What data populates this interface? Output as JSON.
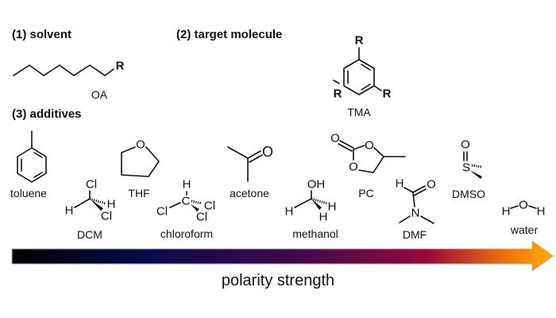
{
  "headings": {
    "solvent": "(1) solvent",
    "target": "(2) target molecule",
    "additives": "(3) additives"
  },
  "molecules": {
    "oa": {
      "name": "OA",
      "r": "R"
    },
    "tma": {
      "name": "TMA",
      "r": "R"
    },
    "toluene": {
      "name": "toluene"
    },
    "dcm": {
      "name": "DCM",
      "cl": "Cl",
      "h": "H"
    },
    "thf": {
      "name": "THF",
      "o": "O"
    },
    "chloroform": {
      "name": "chloroform",
      "cl": "Cl",
      "h": "H",
      "c": "C"
    },
    "acetone": {
      "name": "acetone",
      "o": "O"
    },
    "methanol": {
      "name": "methanol",
      "oh": "OH",
      "h": "H"
    },
    "pc": {
      "name": "PC",
      "o": "O"
    },
    "dmf": {
      "name": "DMF",
      "h": "H",
      "o": "O",
      "n": "N"
    },
    "dmso": {
      "name": "DMSO",
      "o": "O",
      "s": "S"
    },
    "water": {
      "name": "water",
      "h": "H",
      "o": "O"
    }
  },
  "axis": {
    "label": "polarity strength",
    "colors": [
      "#000000",
      "#0a0a4a",
      "#3a0a48",
      "#7a0a40",
      "#9a0a3a",
      "#e86a10",
      "#ffb000"
    ]
  }
}
